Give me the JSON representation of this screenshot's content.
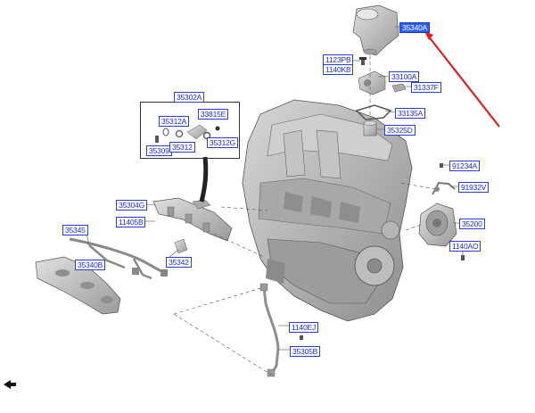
{
  "labels": {
    "l35340A": "35340A",
    "l1123PB": "1123PB",
    "l1140KB": "1140KB",
    "l33100A": "33100A",
    "l31337F": "31337F",
    "l33135A": "33135A",
    "l35325D": "35325D",
    "l91234A": "91234A",
    "l91932V": "91932V",
    "l35200": "35200",
    "l1140AO": "1140AO",
    "l35302A": "35302A",
    "l35312A": "35312A",
    "l33815E": "33815E",
    "l35309": "35309",
    "l35312": "35312",
    "l35312G": "35312G",
    "l35304G": "35304G",
    "l11405B": "11405B",
    "l35345": "35345",
    "l35340B": "35340B",
    "l35342": "35342",
    "l1140EJ": "1140EJ",
    "l35305B": "35305B"
  },
  "colors": {
    "label_text": "#1d2fc9",
    "label_border": "#2a3fd0",
    "selected_fill": "#2d5cf0",
    "pointer_arrow": "#e02020",
    "part_gray": "#b9b9b9"
  },
  "selected_label": "35340A"
}
